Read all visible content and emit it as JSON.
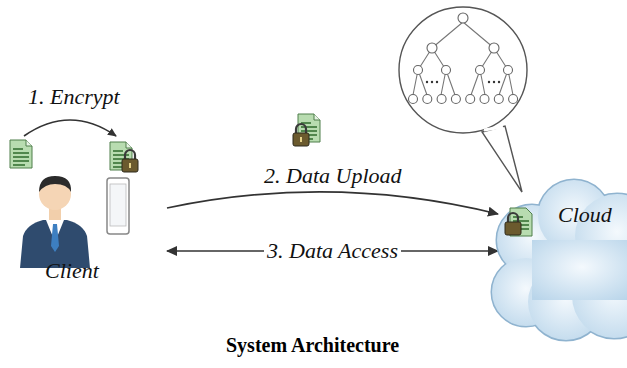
{
  "diagram": {
    "caption": "System Architecture",
    "nodes": [
      {
        "text": [
          "Client"
        ]
      },
      {
        "text": [
          "Cloud"
        ]
      }
    ],
    "edges": [
      {
        "from": 0,
        "to": 1,
        "label": "2. Data Upload",
        "arrow": "to"
      },
      {
        "from": 0,
        "to": 1,
        "label": "3. Data Access",
        "arrow": "both"
      }
    ],
    "labels": [
      "1. Encrypt"
    ]
  }
}
